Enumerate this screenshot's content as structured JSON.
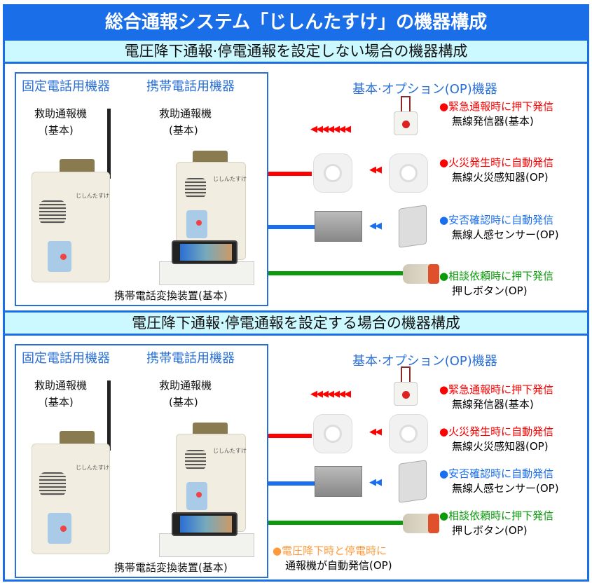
{
  "title": "総合通報システム「じしんたすけ」の機器構成",
  "sections": [
    {
      "heading": "電圧降下通報·停電通報を設定しない場合の機器構成"
    },
    {
      "heading": "電圧降下通報·停電通報を設定する場合の機器構成"
    }
  ],
  "left": {
    "fixed_label": "固定電話用機器",
    "mobile_label": "携帯電話用機器",
    "device_name": "救助通報機",
    "basic": "(基本)",
    "converter": "携帯電話変換装置(基本)",
    "brand": "じしんたすけ"
  },
  "right": {
    "heading": "基本·オプション(OP)機器",
    "items": [
      {
        "dot": "●",
        "action": "緊急通報時に押下発信",
        "name": "無線発信器(基本)",
        "color": "#ff0000"
      },
      {
        "dot": "●",
        "action": "火災発生時に自動発信",
        "name": "無線火災感知器(OP)",
        "color": "#ff0000"
      },
      {
        "dot": "●",
        "action": "安否確認時に自動発信",
        "name": "無線人感センサー(OP)",
        "color": "#1a6ef0"
      },
      {
        "dot": "●",
        "action": "相談依頼時に押下発信",
        "name": "押しボタン(OP)",
        "color": "#0a9a0a"
      }
    ],
    "power": {
      "dot": "●",
      "action": "電圧降下時と停電時に",
      "name": "通報機が自動発信(OP)",
      "color": "#ff9a3c"
    }
  },
  "arrows": {
    "long": "◀◀◀◀◀◀◀",
    "short": "◀◀"
  }
}
